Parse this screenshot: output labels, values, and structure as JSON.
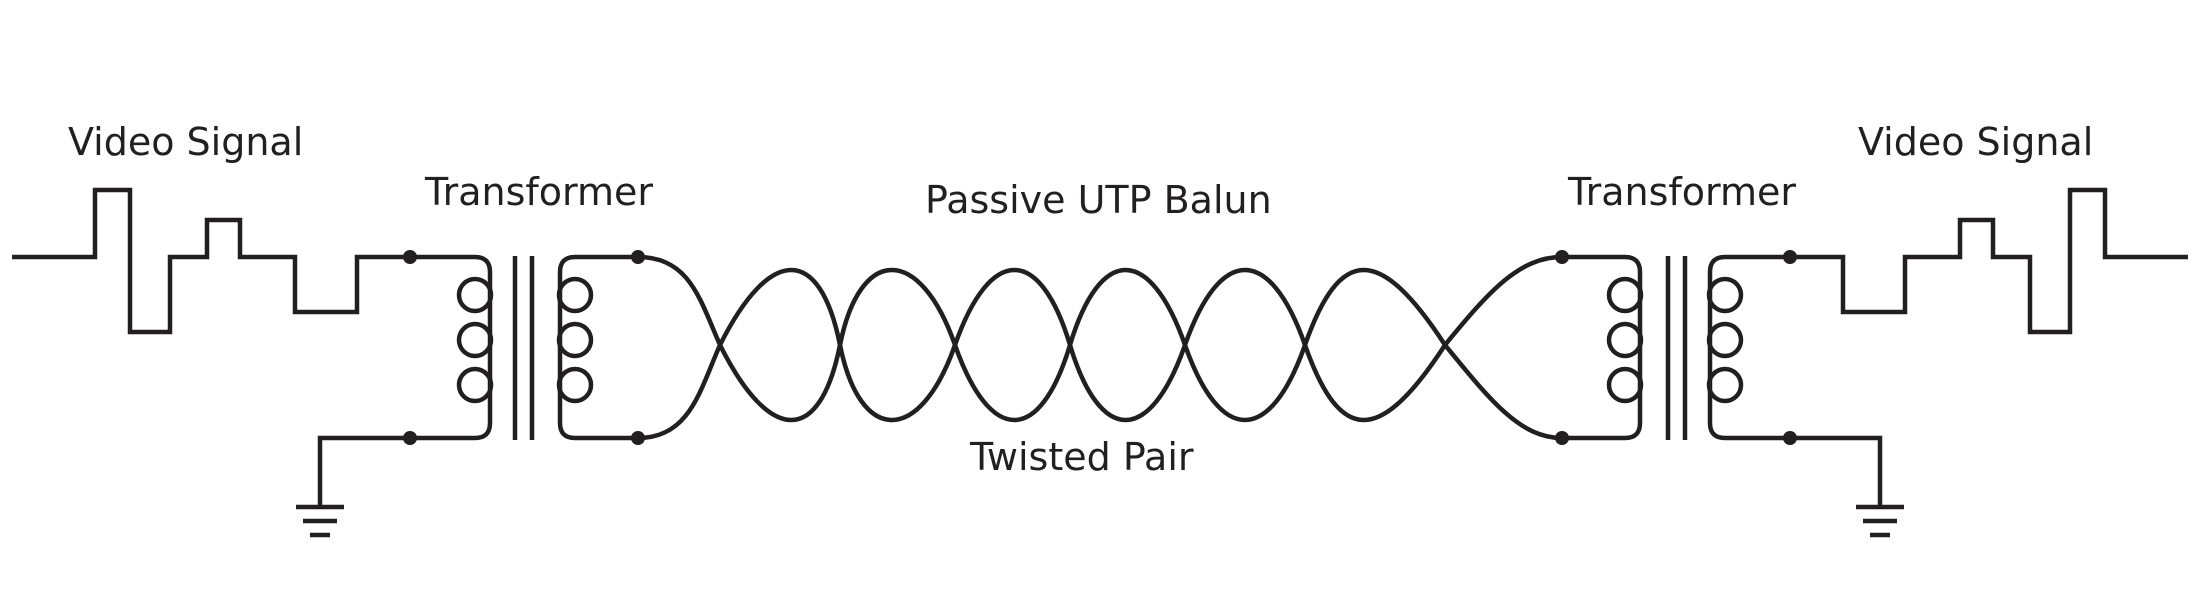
{
  "labels": {
    "video_signal_left": "Video Signal",
    "video_signal_right": "Video Signal",
    "transformer_left": "Transformer",
    "transformer_right": "Transformer",
    "balun_title": "Passive UTP Balun",
    "twisted_pair": "Twisted Pair"
  },
  "colors": {
    "line": "#231f20",
    "background": "#ffffff"
  }
}
